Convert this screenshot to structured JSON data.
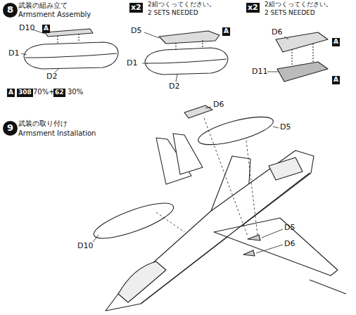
{
  "diagram": {
    "nodes": [
      {
        "text": [
          "8"
        ]
      },
      {
        "text": [
          "x2"
        ]
      },
      {
        "text": [
          "x2"
        ]
      },
      {
        "text": [
          "A"
        ]
      },
      {
        "text": [
          "A"
        ]
      },
      {
        "text": [
          "A"
        ]
      },
      {
        "text": [
          "A"
        ]
      },
      {
        "text": [
          "A"
        ]
      },
      {
        "text": [
          "308"
        ]
      },
      {
        "text": [
          "62"
        ]
      },
      {
        "text": [
          "9"
        ]
      }
    ],
    "labels": [
      "武装の組み立て",
      "Armsment Assembly",
      "2組つくってください。",
      "2 SETS NEEDED",
      "2組つくってください。",
      "2 SETS NEEDED",
      "D10",
      "D1",
      "D2",
      "D5",
      "D1",
      "D2",
      "D6",
      "D11",
      "70%+",
      "30%",
      "武装の取り付け",
      "Armsment Installation",
      "D6",
      "D5",
      "D10",
      "D5",
      "D6"
    ]
  }
}
